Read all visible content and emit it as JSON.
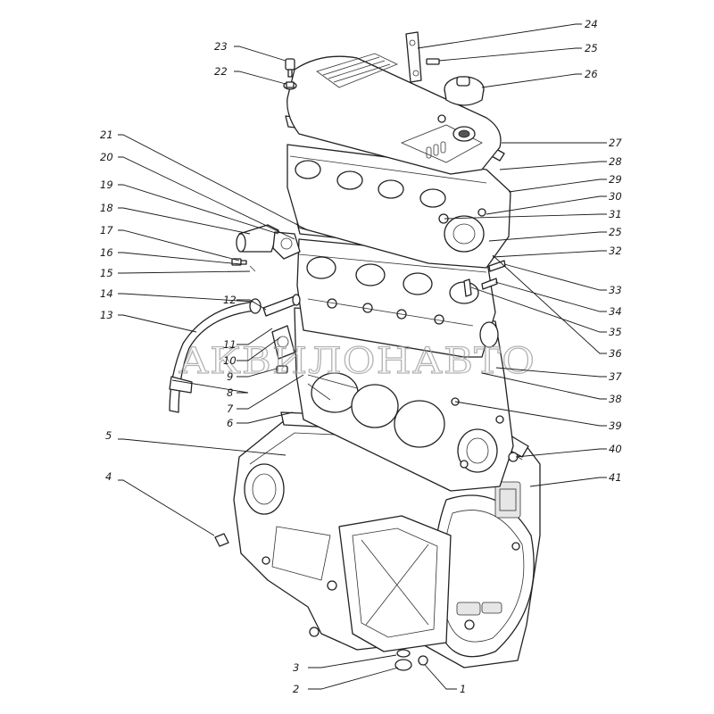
{
  "watermark": "АКВИЛОНАВТО",
  "callouts": [
    {
      "n": "1"
    },
    {
      "n": "2"
    },
    {
      "n": "3"
    },
    {
      "n": "4"
    },
    {
      "n": "5"
    },
    {
      "n": "6"
    },
    {
      "n": "7"
    },
    {
      "n": "8"
    },
    {
      "n": "9"
    },
    {
      "n": "10"
    },
    {
      "n": "11"
    },
    {
      "n": "12"
    },
    {
      "n": "13"
    },
    {
      "n": "14"
    },
    {
      "n": "15"
    },
    {
      "n": "16"
    },
    {
      "n": "17"
    },
    {
      "n": "18"
    },
    {
      "n": "19"
    },
    {
      "n": "20"
    },
    {
      "n": "21"
    },
    {
      "n": "22"
    },
    {
      "n": "23"
    },
    {
      "n": "24"
    },
    {
      "n": "25"
    },
    {
      "n": "26"
    },
    {
      "n": "27"
    },
    {
      "n": "28"
    },
    {
      "n": "29"
    },
    {
      "n": "30"
    },
    {
      "n": "31"
    },
    {
      "n": "25"
    },
    {
      "n": "32"
    },
    {
      "n": "33"
    },
    {
      "n": "34"
    },
    {
      "n": "35"
    },
    {
      "n": "36"
    },
    {
      "n": "37"
    },
    {
      "n": "38"
    },
    {
      "n": "39"
    },
    {
      "n": "40"
    },
    {
      "n": "41"
    }
  ]
}
